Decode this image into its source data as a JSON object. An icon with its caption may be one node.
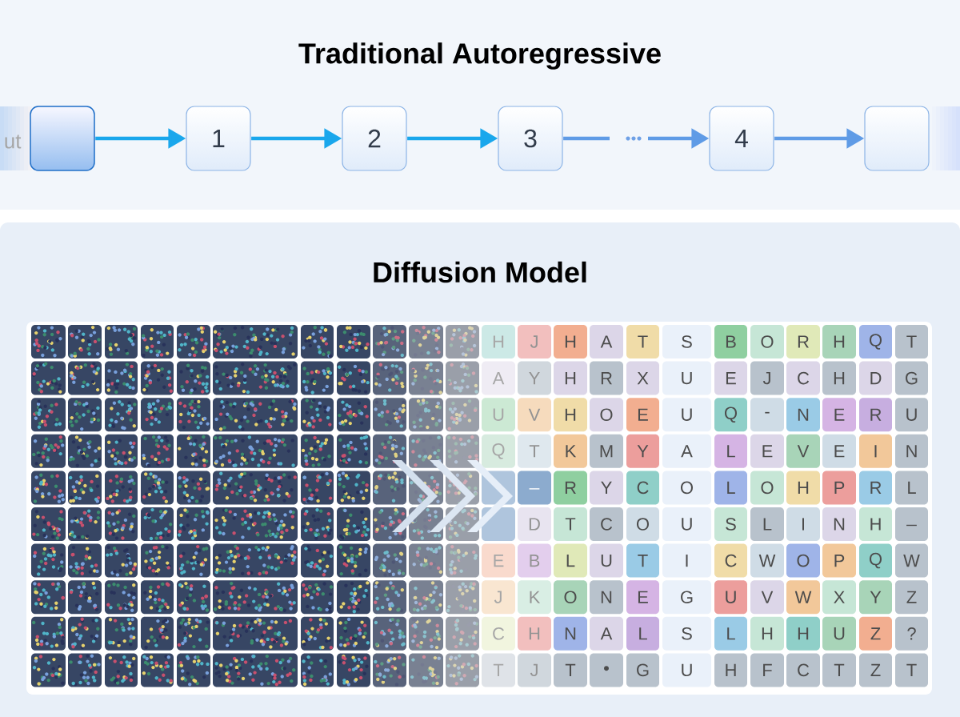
{
  "diagram": {
    "nodes": [
      {
        "text": [],
        "shape": "box",
        "beside": [
          "ut"
        ]
      },
      {
        "text": [
          "1"
        ]
      },
      {
        "text": [
          "2"
        ]
      },
      {
        "text": [
          "3"
        ]
      },
      {
        "text": [
          "4"
        ]
      },
      {
        "text": [],
        "shape": "box"
      }
    ],
    "edges": [
      {
        "from": 0,
        "to": 1,
        "arrow": "to"
      },
      {
        "from": 1,
        "to": 2,
        "arrow": "to"
      },
      {
        "from": 2,
        "to": 3,
        "arrow": "to"
      },
      {
        "from": 3,
        "to": 4,
        "arrow": "to",
        "color": "#5f9be6"
      },
      {
        "from": 4,
        "to": 5,
        "arrow": "to",
        "color": "#5f9be6"
      }
    ],
    "labels": [
      "Traditional Autoregressive",
      "Diffusion Model",
      "H",
      "J",
      "H",
      "A",
      "T",
      "S",
      "B",
      "O",
      "R",
      "H",
      "Q",
      "T",
      "A",
      "Y",
      "H",
      "R",
      "X",
      "U",
      "E",
      "J",
      "C",
      "H",
      "D",
      "G",
      "U",
      "V",
      "H",
      "O",
      "E",
      "U",
      "Q",
      "-",
      "N",
      "E",
      "R",
      "U",
      "Q",
      "T",
      "K",
      "M",
      "Y",
      "A",
      "L",
      "E",
      "V",
      "E",
      "I",
      "N",
      "_",
      "R",
      "Y",
      "C",
      "O",
      "L",
      "O",
      "H",
      "P",
      "R",
      "L",
      "D",
      "T",
      "C",
      "O",
      "U",
      "S",
      "L",
      "I",
      "N",
      "H",
      "_",
      "E",
      "B",
      "L",
      "U",
      "T",
      "I",
      "C",
      "W",
      "O",
      "P",
      "Q",
      "W",
      "J",
      "K",
      "O",
      "N",
      "E",
      "G",
      "U",
      "V",
      "W",
      "X",
      "Y",
      "Z",
      "C",
      "H",
      "N",
      "A",
      "L",
      "S",
      "L",
      "H",
      "H",
      "U",
      "Z",
      "?",
      "T",
      "J",
      "T",
      "•",
      "G",
      "U",
      "H",
      "F",
      "C",
      "T",
      "Z",
      "T"
    ]
  }
}
